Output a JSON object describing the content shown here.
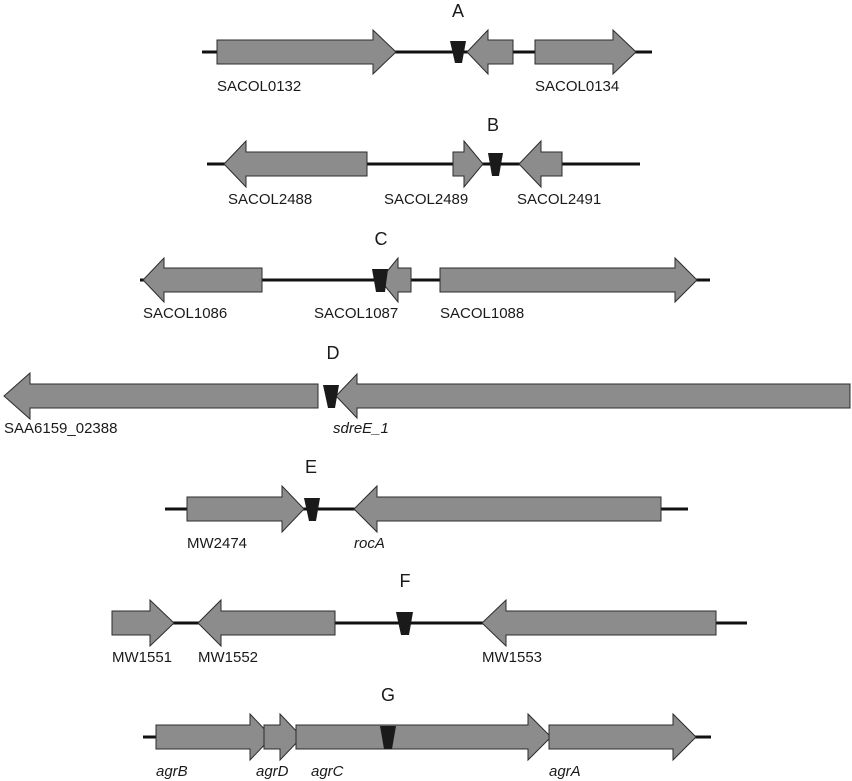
{
  "colors": {
    "gene_fill": "#8c8c8c",
    "gene_stroke": "#2b2b2b",
    "marker": "#1a1a1a",
    "backbone": "#111111"
  },
  "rows": [
    {
      "id": "A",
      "panel_label": "A",
      "genes": [
        {
          "id": "sacol0132",
          "label": "SACOL0132",
          "strand": "+"
        },
        {
          "id": "unlabeled-a",
          "label": "",
          "strand": "-"
        },
        {
          "id": "sacol0134",
          "label": "SACOL0134",
          "strand": "+"
        }
      ]
    },
    {
      "id": "B",
      "panel_label": "B",
      "genes": [
        {
          "id": "sacol2488",
          "label": "SACOL2488",
          "strand": "-"
        },
        {
          "id": "sacol2489",
          "label": "SACOL2489",
          "strand": "+"
        },
        {
          "id": "sacol2491",
          "label": "SACOL2491",
          "strand": "-"
        }
      ]
    },
    {
      "id": "C",
      "panel_label": "C",
      "genes": [
        {
          "id": "sacol1086",
          "label": "SACOL1086",
          "strand": "-"
        },
        {
          "id": "sacol1087",
          "label": "SACOL1087",
          "strand": "-"
        },
        {
          "id": "sacol1088",
          "label": "SACOL1088",
          "strand": "+"
        }
      ]
    },
    {
      "id": "D",
      "panel_label": "D",
      "genes": [
        {
          "id": "saa6159-02388",
          "label": "SAA6159_02388",
          "strand": "-"
        },
        {
          "id": "sdree-1",
          "label": "sdreE_1",
          "strand": "-",
          "italic": true
        }
      ]
    },
    {
      "id": "E",
      "panel_label": "E",
      "genes": [
        {
          "id": "mw2474",
          "label": "MW2474",
          "strand": "+"
        },
        {
          "id": "roca",
          "label": "rocA",
          "strand": "-",
          "italic": true
        }
      ]
    },
    {
      "id": "F",
      "panel_label": "F",
      "genes": [
        {
          "id": "mw1551",
          "label": "MW1551",
          "strand": "+"
        },
        {
          "id": "mw1552",
          "label": "MW1552",
          "strand": "-"
        },
        {
          "id": "mw1553",
          "label": "MW1553",
          "strand": "-"
        }
      ]
    },
    {
      "id": "G",
      "panel_label": "G",
      "genes": [
        {
          "id": "agrb",
          "label": "agrB",
          "strand": "+",
          "italic": true
        },
        {
          "id": "agrd",
          "label": "agrD",
          "strand": "+",
          "italic": true
        },
        {
          "id": "agrc",
          "label": "agrC",
          "strand": "+",
          "italic": true
        },
        {
          "id": "agra",
          "label": "agrA",
          "strand": "+",
          "italic": true
        }
      ]
    }
  ]
}
